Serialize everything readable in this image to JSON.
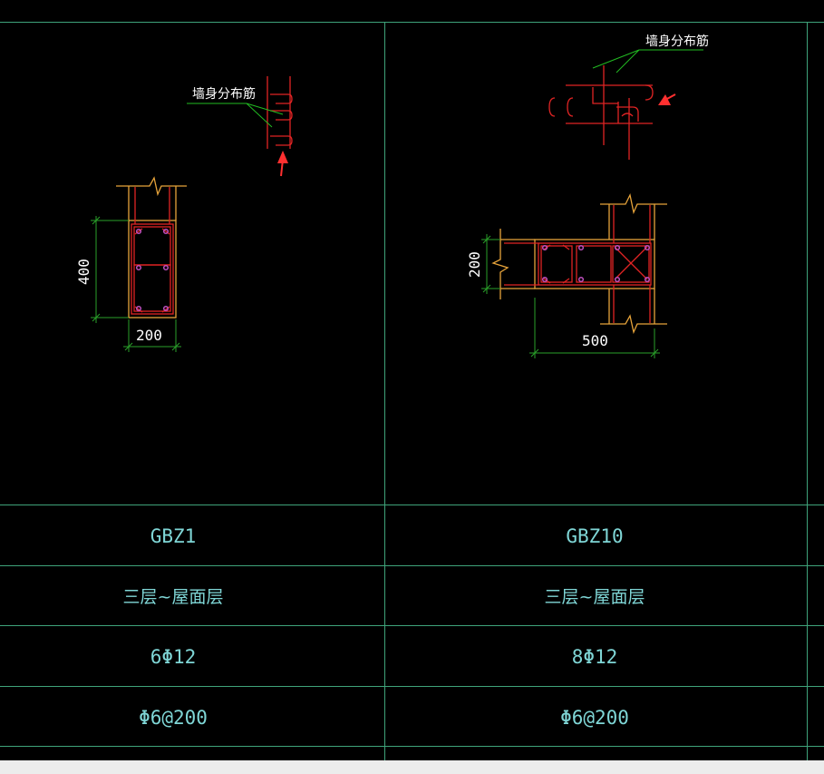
{
  "colors": {
    "background": "#000000",
    "grid": "#3fa37a",
    "column_outline": "#e6a33a",
    "rebar": "#e02424",
    "rebar_dot": "#c050c0",
    "dimension": "#2aa02a",
    "leader": "#22bb22",
    "arrow": "#ff3030",
    "table_text": "#7fd6d6",
    "label_text": "#ffffff"
  },
  "details": [
    {
      "id": "GBZ1",
      "note_label": "墙身分布筋",
      "dim_height": "400",
      "dim_width": "200"
    },
    {
      "id": "GBZ10",
      "note_label": "墙身分布筋",
      "dim_height": "200",
      "dim_width": "500"
    }
  ],
  "table": {
    "rows": [
      {
        "name": "column-id-row",
        "cells": [
          "GBZ1",
          "GBZ10"
        ]
      },
      {
        "name": "floor-range-row",
        "cells": [
          "三层~屋面层",
          "三层~屋面层"
        ]
      },
      {
        "name": "longitudinal-rebar-row",
        "cells": [
          "6Φ12",
          "8Φ12"
        ]
      },
      {
        "name": "stirrup-row",
        "cells": [
          "Φ6@200",
          "Φ6@200"
        ]
      }
    ]
  }
}
